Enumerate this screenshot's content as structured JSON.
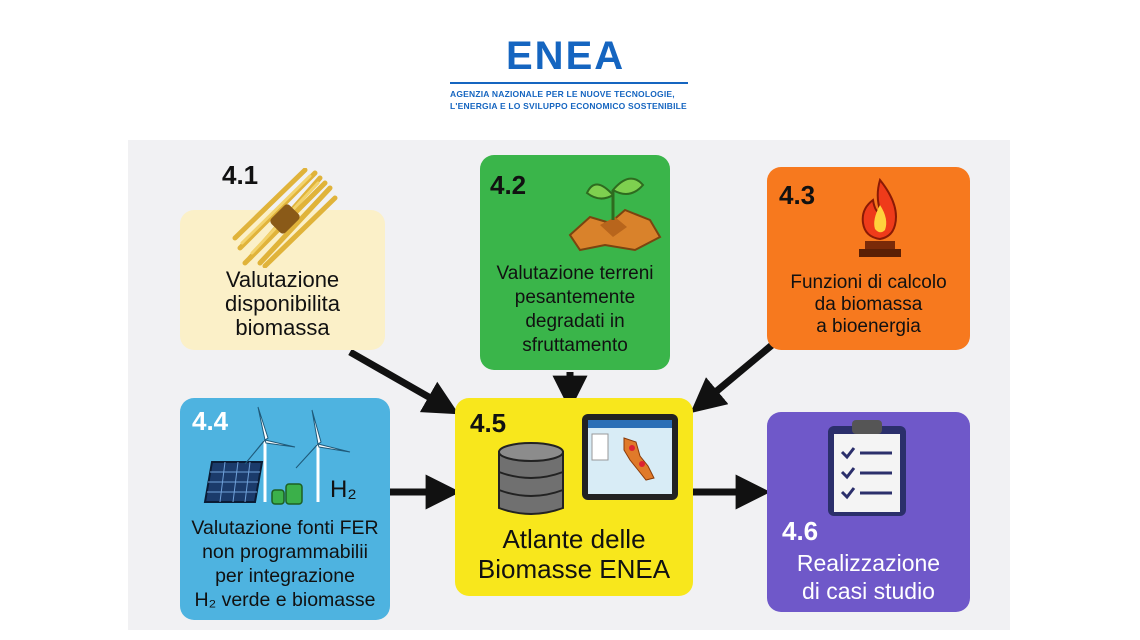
{
  "logo": {
    "name": "ENEA",
    "subtitle_line1": "AGENZIA NAZIONALE PER LE NUOVE TECNOLOGIE,",
    "subtitle_line2": "L'ENERGIA E LO SVILUPPO ECONOMICO SOSTENIBILE"
  },
  "nodes": [
    {
      "id": "4.1",
      "number": "4.1",
      "lines": [
        "Valutazione",
        "disponibilita",
        "biomassa"
      ],
      "color": "#fbf0c8"
    },
    {
      "id": "4.2",
      "number": "4.2",
      "lines": [
        "Valutazione terreni",
        "pesantemente",
        "degradati in",
        "sfruttamento"
      ],
      "color": "#3ab54a"
    },
    {
      "id": "4.3",
      "number": "4.3",
      "lines": [
        "Funzioni di calcolo",
        "da biomassa",
        "a bioenergia"
      ],
      "color": "#f7791e"
    },
    {
      "id": "4.4",
      "number": "4.4",
      "lines": [
        "Valutazione fonti FER",
        "non programmabilii",
        "per integrazione",
        "H₂ verde e biomasse"
      ],
      "color": "#4eb3e0",
      "icon_text": "H₂"
    },
    {
      "id": "4.5",
      "number": "4.5",
      "lines": [
        "Atlante delle",
        "Biomasse ENEA"
      ],
      "color": "#f8e71c"
    },
    {
      "id": "4.6",
      "number": "4.6",
      "lines": [
        "Realizzazione",
        "di casi studio"
      ],
      "color": "#6f58c9"
    }
  ],
  "edges": [
    {
      "from": "4.1",
      "to": "4.5"
    },
    {
      "from": "4.2",
      "to": "4.5"
    },
    {
      "from": "4.3",
      "to": "4.5"
    },
    {
      "from": "4.4",
      "to": "4.5"
    },
    {
      "from": "4.5",
      "to": "4.6"
    }
  ],
  "icons": [
    "wheat-bundle-icon",
    "land-plant-icon",
    "flame-burner-icon",
    "solar-wind-icon",
    "database-icon",
    "map-tablet-icon",
    "clipboard-checklist-icon"
  ]
}
